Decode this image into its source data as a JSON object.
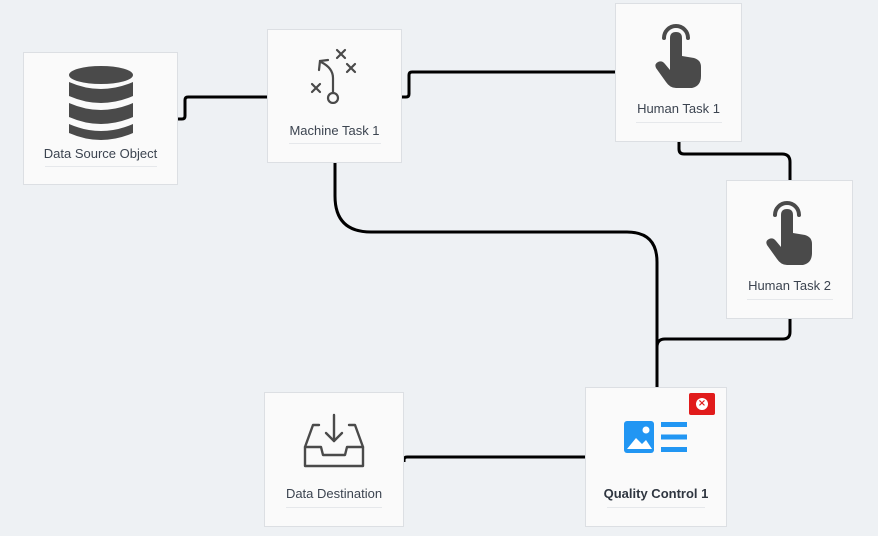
{
  "nodes": {
    "data_source": {
      "label": "Data Source Object",
      "icon": "database-icon"
    },
    "machine_task": {
      "label": "Machine Task 1",
      "icon": "strategy-play-icon"
    },
    "human_task_1": {
      "label": "Human Task 1",
      "icon": "hand-pointer-icon"
    },
    "human_task_2": {
      "label": "Human Task 2",
      "icon": "hand-pointer-icon"
    },
    "quality_control": {
      "label": "Quality Control 1",
      "icon": "image-list-icon",
      "selected": true
    },
    "data_destination": {
      "label": "Data Destination",
      "icon": "inbox-download-icon"
    }
  },
  "connections": [
    {
      "from": "Data Source Object",
      "to": "Machine Task 1"
    },
    {
      "from": "Machine Task 1",
      "to": "Human Task 1"
    },
    {
      "from": "Human Task 1",
      "to": "Human Task 2"
    },
    {
      "from": "Human Task 2",
      "to": "Quality Control 1"
    },
    {
      "from": "Machine Task 1",
      "to": "Quality Control 1"
    },
    {
      "from": "Quality Control 1",
      "to": "Data Destination"
    }
  ],
  "colors": {
    "canvas_bg": "#eef1f4",
    "node_bg": "#fafafa",
    "edge": "#000000",
    "icon_dark": "#4a4a4a",
    "icon_accent": "#2196f3",
    "delete_red": "#e11b1b"
  }
}
